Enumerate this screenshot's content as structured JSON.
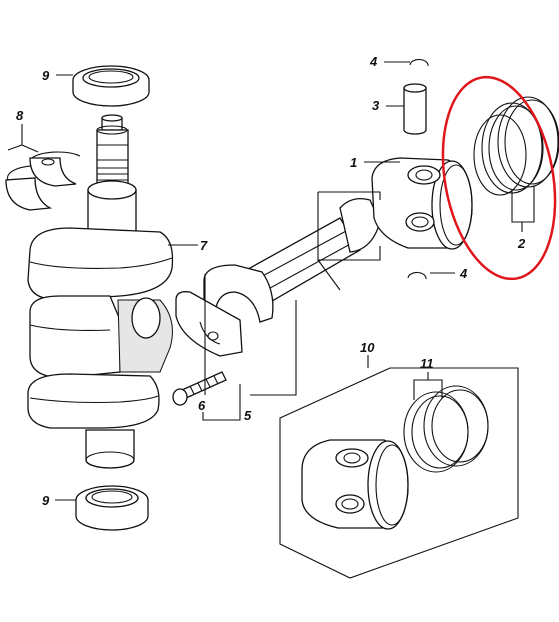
{
  "parts": [
    {
      "id": "p1",
      "number": "1"
    },
    {
      "id": "p2",
      "number": "2"
    },
    {
      "id": "p3",
      "number": "3"
    },
    {
      "id": "p4a",
      "number": "4"
    },
    {
      "id": "p4b",
      "number": "4"
    },
    {
      "id": "p5",
      "number": "5"
    },
    {
      "id": "p6",
      "number": "6"
    },
    {
      "id": "p7",
      "number": "7"
    },
    {
      "id": "p8",
      "number": "8"
    },
    {
      "id": "p9a",
      "number": "9"
    },
    {
      "id": "p9b",
      "number": "9"
    },
    {
      "id": "p10",
      "number": "10"
    },
    {
      "id": "p11",
      "number": "11"
    }
  ],
  "highlight": {
    "color": "#e0161b",
    "target": "2"
  },
  "line_color": "#111111"
}
